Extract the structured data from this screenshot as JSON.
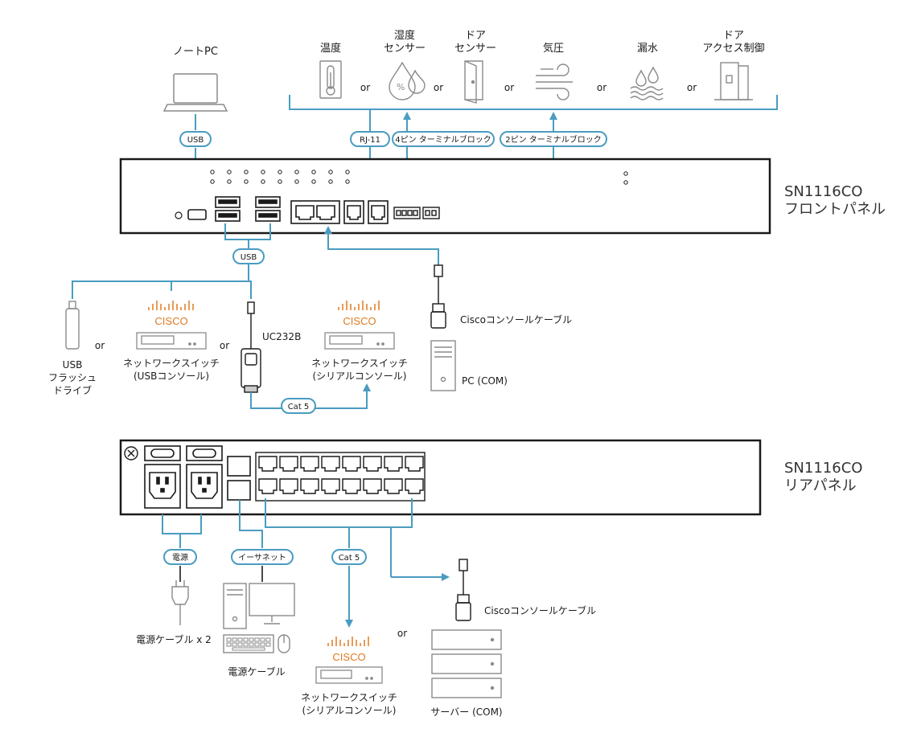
{
  "colors": {
    "line": "#4a9cc0",
    "device": "#1a1a1a",
    "icon": "#8a8a8a",
    "cisco": "#e07a20"
  },
  "top": {
    "laptop": "ノートPC",
    "sensors": {
      "temp": "温度",
      "humidity": [
        "湿度",
        "センサー"
      ],
      "door": [
        "ドア",
        "センサー"
      ],
      "pressure": "気圧",
      "leak": "漏水",
      "access": [
        "ドア",
        "アクセス制御"
      ]
    },
    "or": "or"
  },
  "labels": {
    "usb": "USB",
    "rj11": "RJ-11",
    "pin4": "4ピン ターミナルブロック",
    "pin2": "2ピン ターミナルブロック",
    "cat5": "Cat 5",
    "power": "電源",
    "ethernet": "イーサネット"
  },
  "front_panel": [
    "SN1116CO",
    "フロントパネル"
  ],
  "rear_panel": [
    "SN1116CO",
    "リアパネル"
  ],
  "middle": {
    "usb_flash": [
      "USB",
      "フラッシュ",
      "ドライブ"
    ],
    "cisco": "CISCO",
    "switch_usb": [
      "ネットワークスイッチ",
      "(USBコンソール)"
    ],
    "uc232b": "UC232B",
    "switch_serial": [
      "ネットワークスイッチ",
      "(シリアルコンソール)"
    ],
    "cisco_cable": "Ciscoコンソールケーブル",
    "pc_com": "PC (COM)"
  },
  "bottom": {
    "power_cable": "電源ケーブル x 2",
    "pc_label": "電源ケーブル",
    "switch_serial": [
      "ネットワークスイッチ",
      "(シリアルコンソール)"
    ],
    "cisco": "CISCO",
    "cisco_cable": "Ciscoコンソールケーブル",
    "server": "サーバー (COM)",
    "or": "or"
  }
}
